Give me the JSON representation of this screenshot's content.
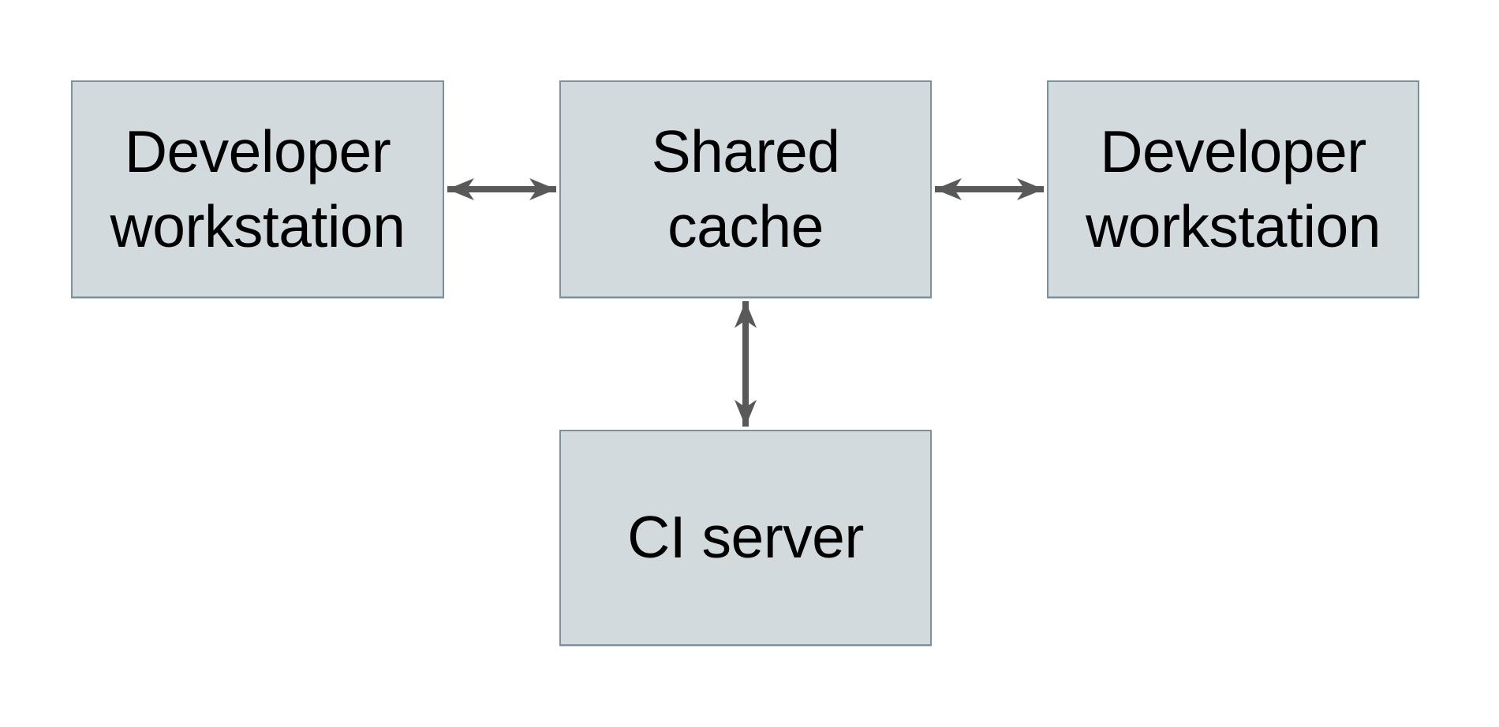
{
  "diagram": {
    "type": "architecture-diagram",
    "background_color": "#ffffff",
    "node_fill_color": "#d2dadd",
    "node_border_color": "#7b929d",
    "arrow_color": "#58595a",
    "text_color": "#000000",
    "nodes": [
      {
        "id": "developer-workstation-left",
        "label": "Developer\nworkstation"
      },
      {
        "id": "shared-cache",
        "label": "Shared\ncache"
      },
      {
        "id": "developer-workstation-right",
        "label": "Developer\nworkstation"
      },
      {
        "id": "ci-server",
        "label": "CI server"
      }
    ],
    "edges": [
      {
        "from": "developer-workstation-left",
        "to": "shared-cache",
        "direction": "bidirectional",
        "orientation": "horizontal"
      },
      {
        "from": "developer-workstation-right",
        "to": "shared-cache",
        "direction": "bidirectional",
        "orientation": "horizontal"
      },
      {
        "from": "ci-server",
        "to": "shared-cache",
        "direction": "bidirectional",
        "orientation": "vertical"
      }
    ]
  }
}
